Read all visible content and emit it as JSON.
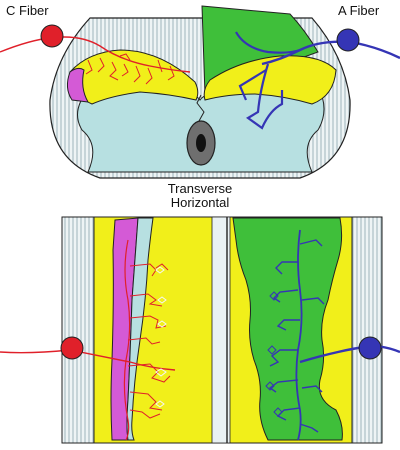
{
  "labels": {
    "c_fiber": "C Fiber",
    "a_fiber": "A Fiber",
    "transverse": "Transverse",
    "horizontal": "Horizontal"
  },
  "colors": {
    "white_matter": "#e9f1f3",
    "hatch": "#8aa4ad",
    "grey_matter": "#b7e0e1",
    "yellow_layer": "#f1ef1a",
    "green_region": "#3fbf3a",
    "magenta_region": "#d45ad6",
    "canal": "#6f6f6f",
    "c_fiber": "#e0202a",
    "a_fiber": "#3535b5",
    "outline": "#222222"
  }
}
